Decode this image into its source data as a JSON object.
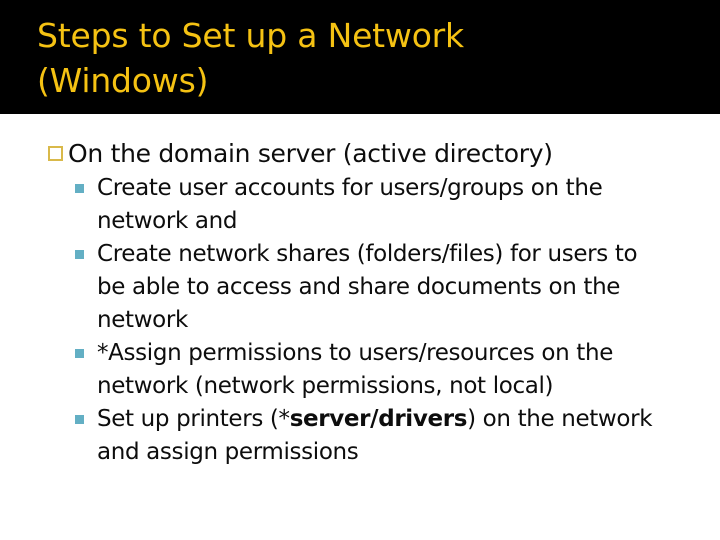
{
  "slide": {
    "title": "Steps to Set up a Network\n(Windows)",
    "title_color": "#F5C213",
    "title_band_color": "#000000",
    "background_color": "#FFFFFF",
    "body_text_color": "#0D0D0D",
    "bullet_level1_color": "#D9B94A",
    "bullet_level2_color": "#63AFC4",
    "content": {
      "level1": {
        "bullet_icon": "hollow-square-bullet-icon",
        "text": "On the domain server (active directory)"
      },
      "level2_items": [
        {
          "bullet_icon": "filled-square-bullet-icon",
          "text": "Create user accounts for users/groups on the network and",
          "html": "Create user accounts for users/groups on the network and"
        },
        {
          "bullet_icon": "filled-square-bullet-icon",
          "text": "Create network shares (folders/files) for users to be able to access and share documents on the network",
          "html": "Create network shares (folders/files) for users to be able to access and share documents on the network"
        },
        {
          "bullet_icon": "filled-square-bullet-icon",
          "text": "*Assign permissions to users/resources on the network (network permissions, not local)",
          "html": "*Assign permissions to users/resources on the network (network permissions, not local)"
        },
        {
          "bullet_icon": "filled-square-bullet-icon",
          "text": "Set up printers (*server/drivers) on the network and assign permissions",
          "html": "Set up printers (*<b>server/drivers</b>) on the network and assign permissions"
        }
      ]
    }
  }
}
